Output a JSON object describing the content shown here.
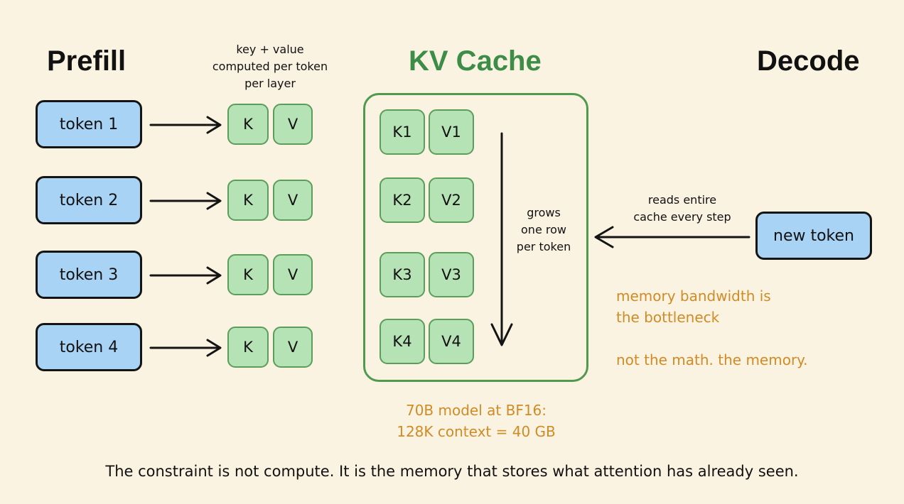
{
  "titles": {
    "prefill": "Prefill",
    "kv_cache": "KV Cache",
    "decode": "Decode"
  },
  "kv_note": [
    "key + value",
    "computed per token",
    "per layer"
  ],
  "tokens": [
    "token 1",
    "token 2",
    "token 3",
    "token 4"
  ],
  "kv_pair": {
    "k": "K",
    "v": "V"
  },
  "cache_rows": [
    {
      "k": "K1",
      "v": "V1"
    },
    {
      "k": "K2",
      "v": "V2"
    },
    {
      "k": "K3",
      "v": "V3"
    },
    {
      "k": "K4",
      "v": "V4"
    }
  ],
  "grows_note": [
    "grows",
    "one row",
    "per token"
  ],
  "decode_note": [
    "reads entire",
    "cache every step"
  ],
  "new_token": "new token",
  "bandwidth_note": [
    "memory bandwidth is",
    "the bottleneck"
  ],
  "math_note": "not the math. the memory.",
  "model_note": [
    "70B model at BF16:",
    "128K context = 40 GB"
  ],
  "footer": "The constraint is not compute. It is the memory that stores what attention has already seen.",
  "colors": {
    "background": "#fbf3e2",
    "token_fill": "#a8d3f5",
    "kv_fill": "#b6e3b6",
    "cache_border": "#4f9a4f",
    "title_green": "#3d8d48",
    "note_orange": "#d08b25"
  }
}
